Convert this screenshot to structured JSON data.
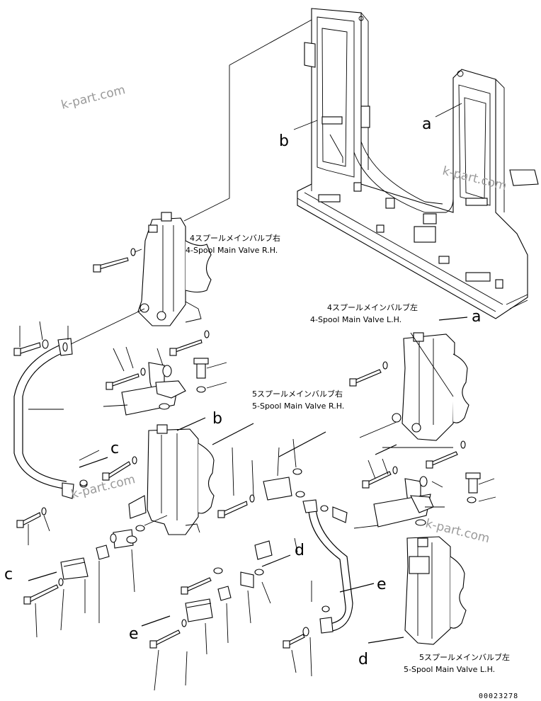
{
  "labels": {
    "valve_4_rh_jp": "4スプールメインバルブ右",
    "valve_4_rh_en": "4-Spool Main Valve R.H.",
    "valve_4_lh_jp": "4スプールメインバルブ左",
    "valve_4_lh_en": "4-Spool Main Valve L.H.",
    "valve_5_rh_jp": "5スプールメインバルブ右",
    "valve_5_rh_en": "5-Spool Main Valve R.H.",
    "valve_5_lh_jp": "5スプールメインバルブ左",
    "valve_5_lh_en": "5-Spool Main Valve L.H."
  },
  "callouts": {
    "a": "a",
    "b": "b",
    "c": "c",
    "d": "d",
    "e": "e"
  },
  "watermark": "k-part.com",
  "drawing_number": "00023278"
}
